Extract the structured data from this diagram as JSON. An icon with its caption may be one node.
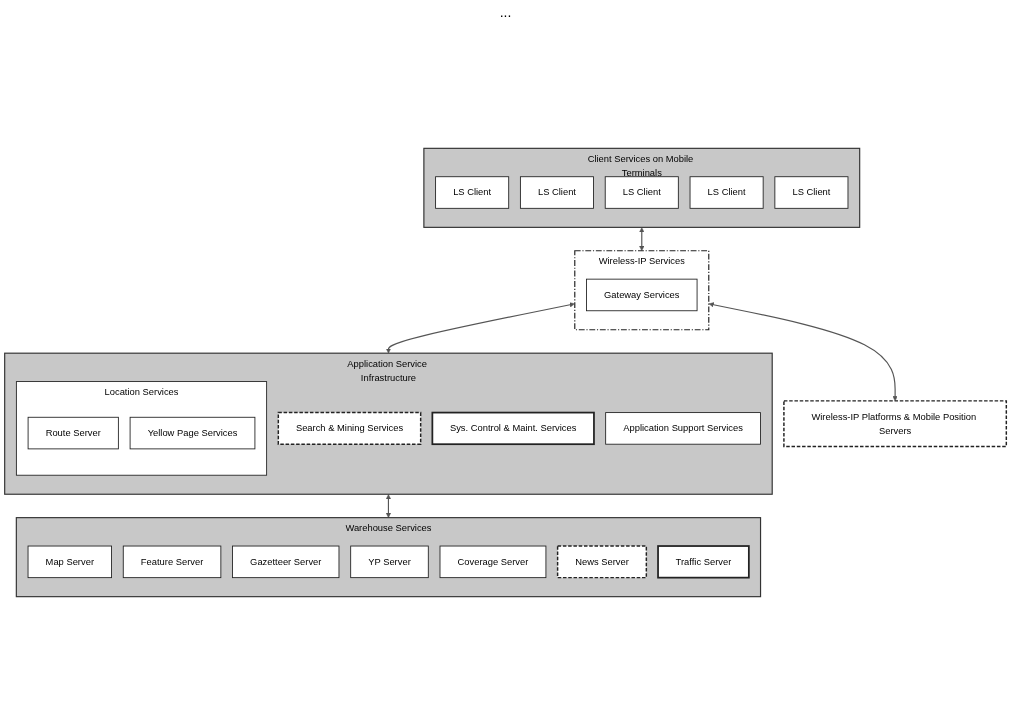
{
  "diagram": {
    "nodes": [
      {
        "text": [
          "Client Services on Mobile Terminals"
        ]
      },
      {
        "text": [
          "LS Client"
        ],
        "in": 0
      },
      {
        "text": [
          "LS Client"
        ],
        "in": 0
      },
      {
        "text": [
          "LS Client"
        ],
        "in": 0
      },
      {
        "text": [
          "LS Client"
        ],
        "in": 0
      },
      {
        "text": [
          "LS Client"
        ],
        "in": 0
      },
      {
        "text": [
          "Wireless-IP Services"
        ]
      },
      {
        "text": [
          "Gateway Services"
        ],
        "in": 6
      },
      {
        "text": [
          "Application Service Infrastructure"
        ]
      },
      {
        "text": [
          "Location Services"
        ],
        "in": 8
      },
      {
        "text": [
          "Route Server"
        ],
        "in": 9
      },
      {
        "text": [
          "Yellow Page Services"
        ],
        "in": 9
      },
      {
        "text": [
          "Search & Mining Services"
        ],
        "in": 8
      },
      {
        "text": [
          "Sys. Control & Maint. Services"
        ],
        "in": 8
      },
      {
        "text": [
          "Application Support Services"
        ],
        "in": 8
      },
      {
        "text": [
          "Wireless-IP Platforms & Mobile Position Servers"
        ]
      },
      {
        "text": [
          "Warehouse Services"
        ]
      },
      {
        "text": [
          "Map Server"
        ],
        "in": 16
      },
      {
        "text": [
          "Feature Server"
        ],
        "in": 16
      },
      {
        "text": [
          "Gazetteer Server"
        ],
        "in": 16
      },
      {
        "text": [
          "YP Server"
        ],
        "in": 16
      },
      {
        "text": [
          "Coverage Server"
        ],
        "in": 16
      },
      {
        "text": [
          "News Server"
        ],
        "in": 16
      },
      {
        "text": [
          "Traffic Server"
        ],
        "in": 16
      }
    ],
    "edges": [
      {
        "from": 0,
        "to": 6,
        "arrow": "both"
      },
      {
        "from": 6,
        "to": 8,
        "arrow": "both"
      },
      {
        "from": 6,
        "to": 15,
        "arrow": "both"
      },
      {
        "from": 8,
        "to": 16,
        "arrow": "both"
      }
    ],
    "labels": [
      "..."
    ]
  }
}
